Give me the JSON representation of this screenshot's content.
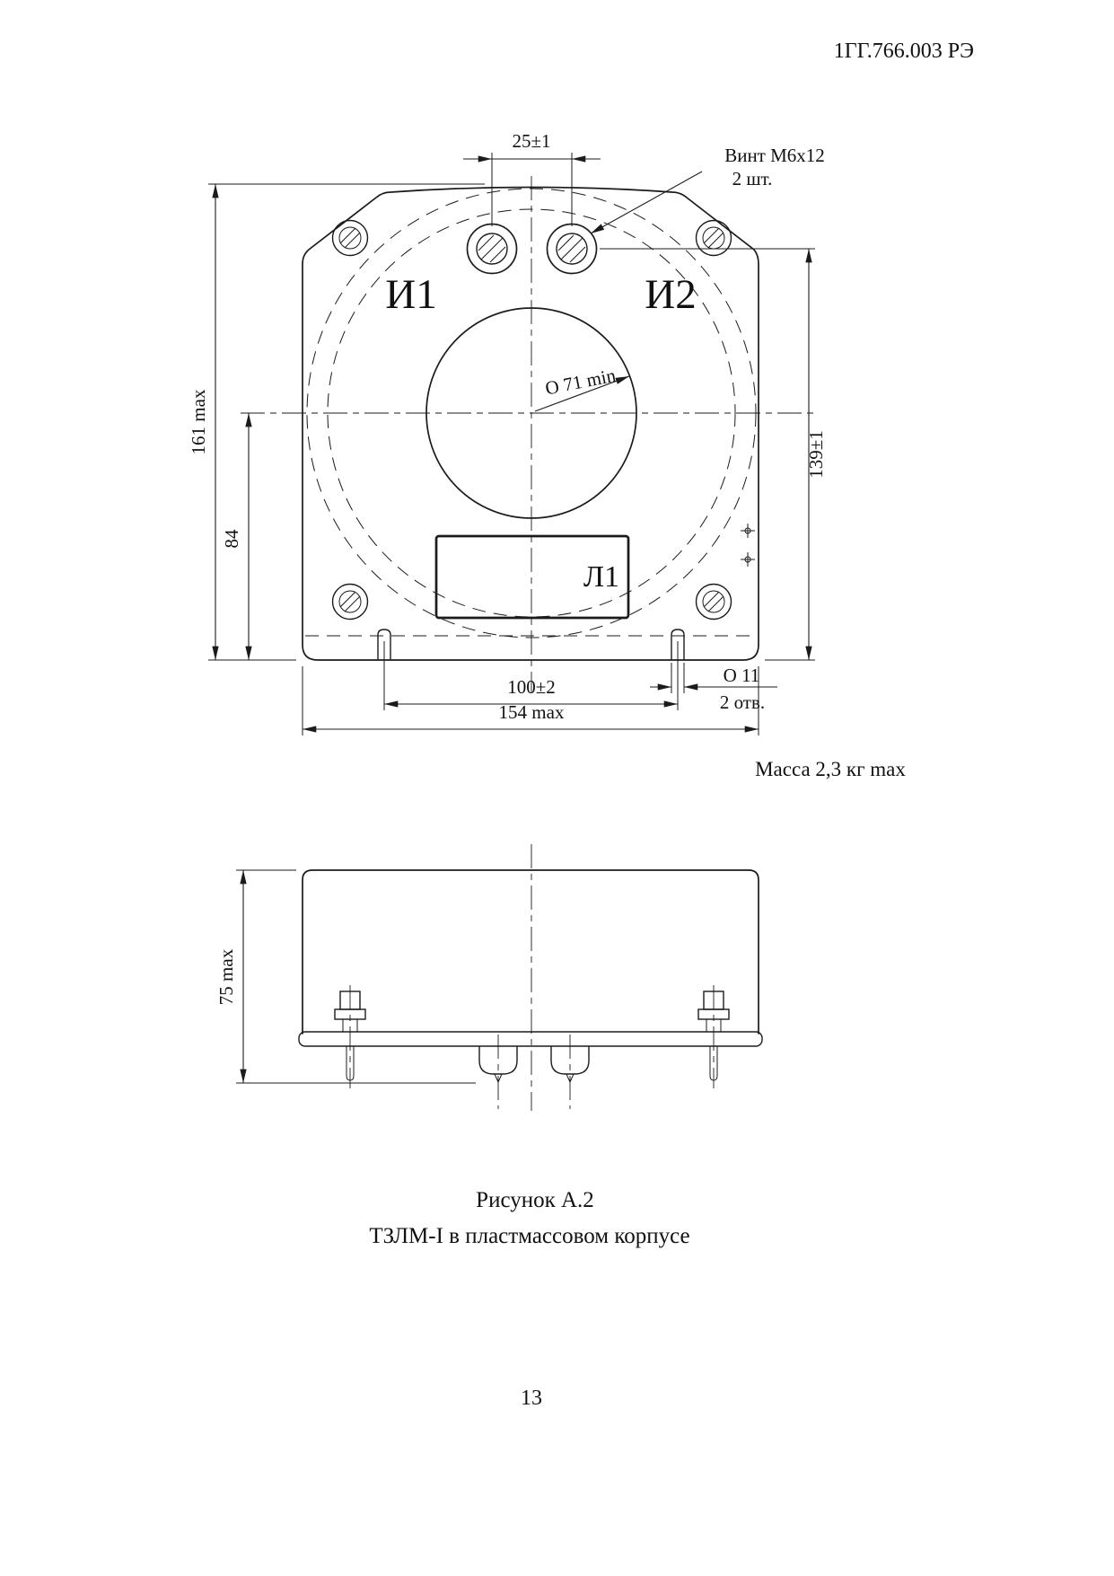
{
  "header": {
    "doc_number": "1ГГ.766.003 РЭ"
  },
  "front_view": {
    "dim_terminal_spacing": "25±1",
    "screw_note_line1": "Винт М6х12",
    "screw_note_line2": "2 шт.",
    "terminal_i1": "И1",
    "terminal_i2": "И2",
    "window_dia": "О 71 min",
    "dim_height_overall": "161 max",
    "dim_height_center": "84",
    "dim_height_mount": "139±1",
    "terminal_l1": "Л1",
    "dim_mount_spacing": "100±2",
    "dim_width_overall": "154 max",
    "mount_hole_dia": "О 11",
    "mount_hole_count": "2 отв.",
    "mass_note": "Масса 2,3 кг max"
  },
  "side_view": {
    "dim_depth_overall": "75 max"
  },
  "caption": {
    "figure": "Рисунок А.2",
    "title": "ТЗЛМ-I в пластмассовом корпусе"
  },
  "footer": {
    "page_number": "13"
  }
}
